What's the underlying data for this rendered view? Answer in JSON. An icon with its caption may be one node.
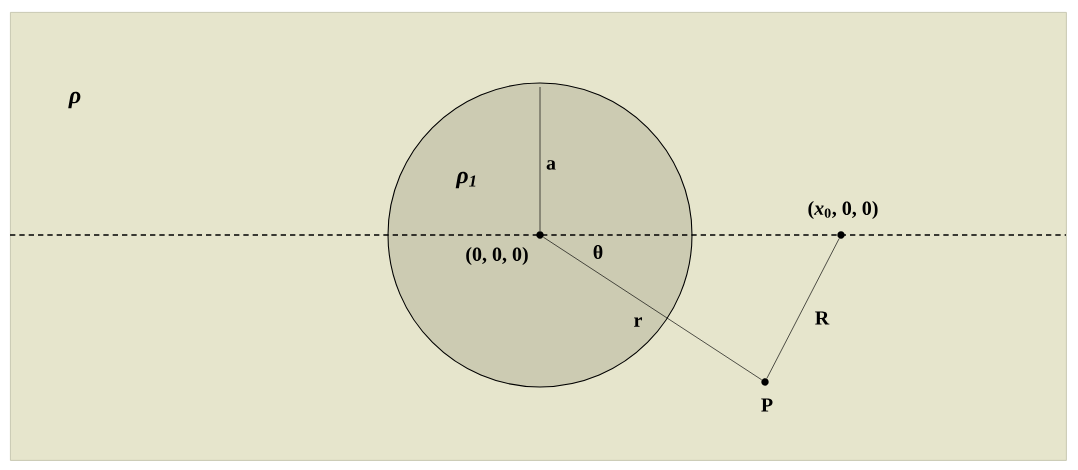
{
  "diagram": {
    "nodes": [
      {
        "text": [
          "ρ"
        ]
      },
      {
        "text": [
          "ρ$_{1}$"
        ],
        "in": 0
      },
      {
        "text": [],
        "shape": "circle",
        "beside": [
          "(0, 0, 0)"
        ],
        "in": 1
      },
      {
        "text": [],
        "shape": "circle",
        "beside": [
          "(*x*$_{0}$, 0, 0)"
        ],
        "in": 0
      },
      {
        "text": [],
        "shape": "circle",
        "beside": [
          "P"
        ],
        "in": 0
      }
    ],
    "edges": [
      {
        "from": 2,
        "to": null,
        "arrow": "none",
        "label": "a"
      },
      {
        "from": 2,
        "to": 4,
        "arrow": "none",
        "label": "r"
      },
      {
        "from": 3,
        "to": 4,
        "arrow": "none",
        "label": "R"
      }
    ],
    "labels": [
      "θ"
    ]
  }
}
